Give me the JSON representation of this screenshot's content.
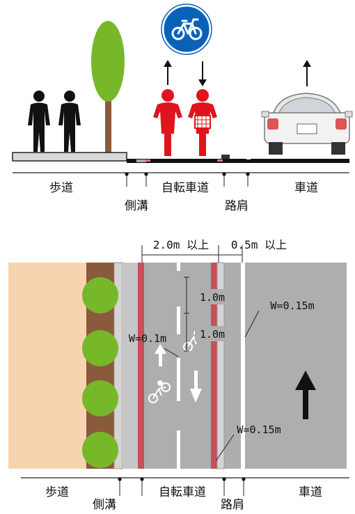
{
  "cross_section": {
    "labels": {
      "sidewalk": "歩道",
      "side_ditch": "側溝",
      "bike_lane": "自転車道",
      "shoulder": "路肩",
      "roadway": "車道"
    },
    "sign_icon": "bicycle-only-sign-icon"
  },
  "plan": {
    "dimensions": {
      "bike_lane_width": "2.0m 以上",
      "shoulder_width": "0.5m 以上",
      "dash_length": "1.0m",
      "dash_gap": "1.0m",
      "center_line_width": "W=0.1m",
      "outer_line_width": "W=0.15m",
      "edge_line_width": "W=0.15m"
    },
    "labels": {
      "sidewalk": "歩道",
      "side_ditch": "側溝",
      "bike_lane": "自転車道",
      "shoulder": "路肩",
      "roadway": "車道"
    },
    "colors": {
      "sidewalk_paving": "#f8d3b0",
      "planting_strip": "#8a5a3c",
      "tree": "#76b82a",
      "asphalt": "#aeaeae",
      "bike_lane_edge_red": "#c8505a",
      "sign_blue": "#0a62b8",
      "cyclist_red": "#e0141e"
    }
  }
}
